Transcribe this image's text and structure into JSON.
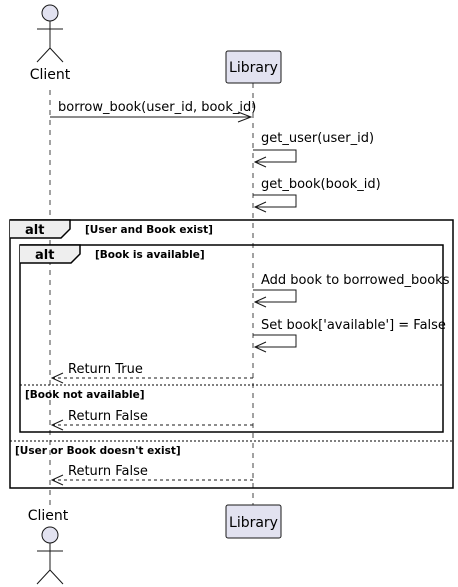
{
  "participants": {
    "client": "Client",
    "library": "Library"
  },
  "messages": {
    "m1": "borrow_book(user_id, book_id)",
    "m2": "get_user(user_id)",
    "m3": "get_book(book_id)",
    "m4": "Add book to borrowed_books",
    "m5": "Set book['available'] = False",
    "m6": "Return True",
    "m7": "Return False",
    "m8": "Return False"
  },
  "fragments": {
    "outer": {
      "keyword": "alt",
      "guard": "[User and Book exist]",
      "else_guard": "[User or Book doesn't exist]"
    },
    "inner": {
      "keyword": "alt",
      "guard": "[Book is available]",
      "else_guard": "[Book not available]"
    }
  },
  "colors": {
    "participant_fill": "#E2E2F0",
    "participant_stroke": "#181818",
    "line": "#181818"
  }
}
